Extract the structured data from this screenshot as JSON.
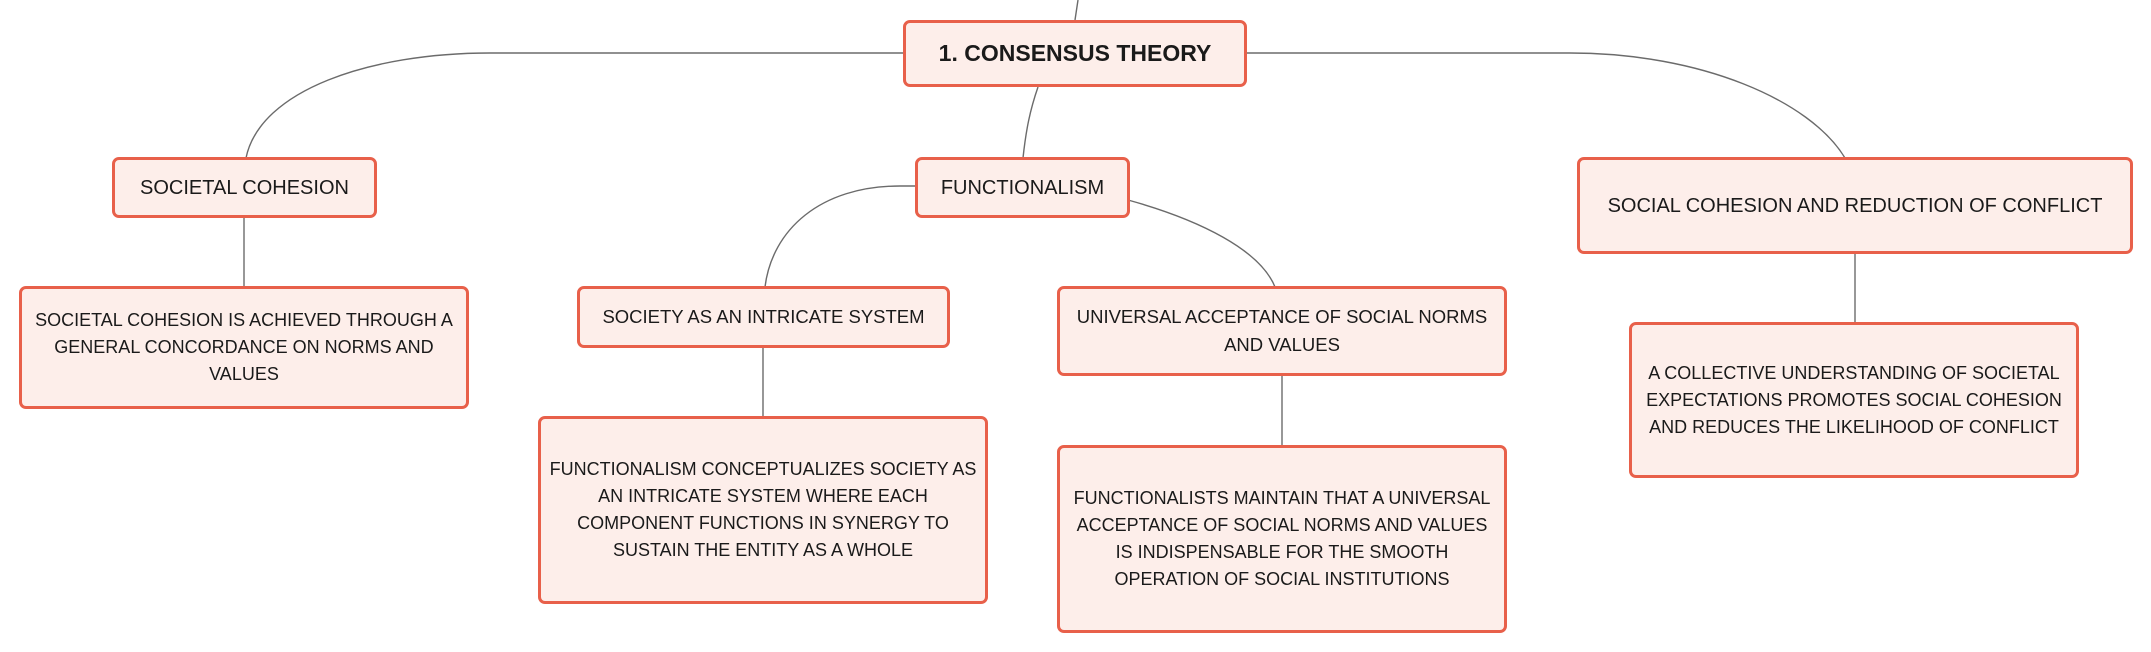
{
  "root": {
    "label": "1. CONSENSUS THEORY"
  },
  "branches": {
    "societal_cohesion": {
      "label": "SOCIETAL COHESION",
      "detail": "SOCIETAL COHESION IS ACHIEVED THROUGH A GENERAL CONCORDANCE ON NORMS AND VALUES"
    },
    "functionalism": {
      "label": "FUNCTIONALISM",
      "children": {
        "intricate_system": {
          "label": "SOCIETY AS AN INTRICATE SYSTEM",
          "detail": "FUNCTIONALISM CONCEPTUALIZES SOCIETY AS AN INTRICATE SYSTEM WHERE EACH COMPONENT FUNCTIONS IN SYNERGY TO SUSTAIN THE ENTITY AS A WHOLE"
        },
        "universal_acceptance": {
          "label": "UNIVERSAL ACCEPTANCE OF SOCIAL NORMS AND VALUES",
          "detail": "FUNCTIONALISTS MAINTAIN THAT A UNIVERSAL ACCEPTANCE OF SOCIAL NORMS AND VALUES IS INDISPENSABLE FOR THE SMOOTH OPERATION OF SOCIAL INSTITUTIONS"
        }
      }
    },
    "social_cohesion_conflict": {
      "label": "SOCIAL COHESION AND REDUCTION OF CONFLICT",
      "detail": "A COLLECTIVE UNDERSTANDING OF SOCIETAL EXPECTATIONS PROMOTES SOCIAL COHESION AND REDUCES THE LIKELIHOOD OF CONFLICT"
    }
  },
  "colors": {
    "node_border": "#e8604a",
    "node_fill": "#fdeeea",
    "connector": "#6b6b6b",
    "text": "#1a1a1a"
  }
}
